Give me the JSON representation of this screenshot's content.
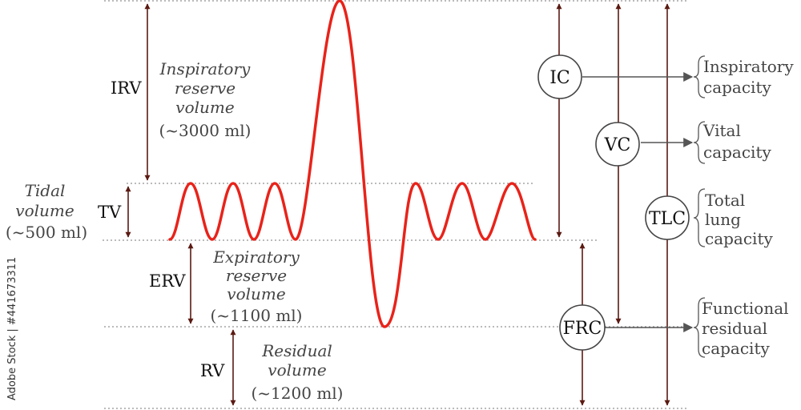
{
  "colors": {
    "curve": "#e8231a",
    "arrow": "#5a1a12",
    "connector": "#555555",
    "guide": "#777777"
  },
  "volumes": {
    "irv": {
      "abbr": "IRV",
      "line1": "Inspiratory",
      "line2": "reserve",
      "line3": "volume",
      "value": "(~3000 ml)"
    },
    "tv": {
      "abbr": "TV",
      "line1": "Tidal",
      "line2": "volume",
      "value": "(~500 ml)"
    },
    "erv": {
      "abbr": "ERV",
      "line1": "Expiratory",
      "line2": "reserve",
      "line3": "volume",
      "value": "(~1100 ml)"
    },
    "rv": {
      "abbr": "RV",
      "line1": "Residual",
      "line2": "volume",
      "value": "(~1200 ml)"
    }
  },
  "capacities": {
    "ic": {
      "abbr": "IC",
      "line1": "Inspiratory",
      "line2": "capacity"
    },
    "vc": {
      "abbr": "VC",
      "line1": "Vital",
      "line2": "capacity"
    },
    "tlc": {
      "abbr": "TLC",
      "line1": "Total",
      "line2": "lung",
      "line3": "capacity"
    },
    "frc": {
      "abbr": "FRC",
      "line1": "Functional",
      "line2": "residual",
      "line3": "capacity"
    }
  },
  "watermark": "Adobe Stock | #441673311"
}
